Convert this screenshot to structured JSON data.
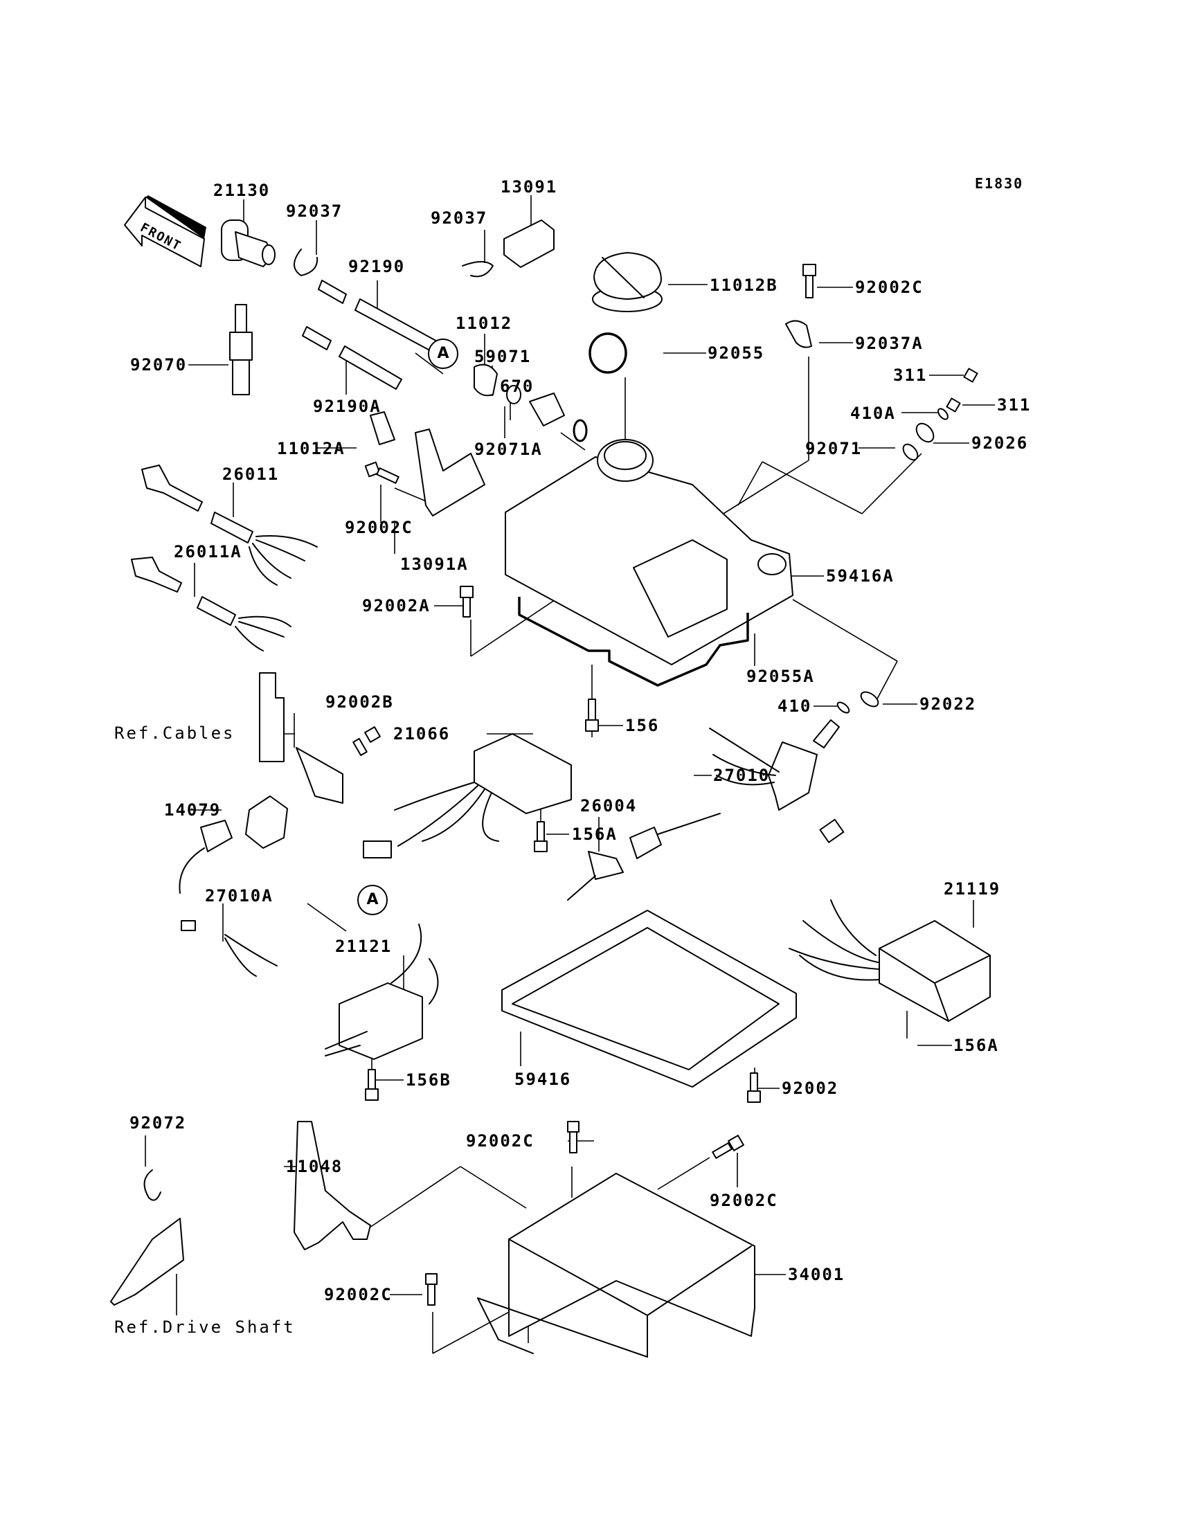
{
  "diagram": {
    "id": "E1830",
    "direction_indicator": "FRONT",
    "callouts": [
      "A",
      "A"
    ],
    "references": {
      "cables": "Ref.Cables",
      "drive_shaft": "Ref.Drive Shaft"
    },
    "parts": [
      {
        "key": "p21130",
        "number": "21130"
      },
      {
        "key": "p92037_1",
        "number": "92037"
      },
      {
        "key": "p92037_2",
        "number": "92037"
      },
      {
        "key": "p13091",
        "number": "13091"
      },
      {
        "key": "p11012B",
        "number": "11012B"
      },
      {
        "key": "p92002C_1",
        "number": "92002C"
      },
      {
        "key": "p92190",
        "number": "92190"
      },
      {
        "key": "p11012",
        "number": "11012"
      },
      {
        "key": "p92037A",
        "number": "92037A"
      },
      {
        "key": "p92055",
        "number": "92055"
      },
      {
        "key": "p59071",
        "number": "59071"
      },
      {
        "key": "p92070",
        "number": "92070"
      },
      {
        "key": "p670",
        "number": "670"
      },
      {
        "key": "p311_1",
        "number": "311"
      },
      {
        "key": "p311_2",
        "number": "311"
      },
      {
        "key": "p410A",
        "number": "410A"
      },
      {
        "key": "p92190A",
        "number": "92190A"
      },
      {
        "key": "p92026",
        "number": "92026"
      },
      {
        "key": "p92071A",
        "number": "92071A"
      },
      {
        "key": "p11012A",
        "number": "11012A"
      },
      {
        "key": "p92071",
        "number": "92071"
      },
      {
        "key": "p26011",
        "number": "26011"
      },
      {
        "key": "p92002C_2",
        "number": "92002C"
      },
      {
        "key": "p13091A",
        "number": "13091A"
      },
      {
        "key": "p26011A",
        "number": "26011A"
      },
      {
        "key": "p59416A",
        "number": "59416A"
      },
      {
        "key": "p92002A",
        "number": "92002A"
      },
      {
        "key": "p92055A",
        "number": "92055A"
      },
      {
        "key": "p92002B",
        "number": "92002B"
      },
      {
        "key": "p410",
        "number": "410"
      },
      {
        "key": "p92022",
        "number": "92022"
      },
      {
        "key": "p21066",
        "number": "21066"
      },
      {
        "key": "p156",
        "number": "156"
      },
      {
        "key": "p27010",
        "number": "27010"
      },
      {
        "key": "p14079",
        "number": "14079"
      },
      {
        "key": "p26004",
        "number": "26004"
      },
      {
        "key": "p156A_1",
        "number": "156A"
      },
      {
        "key": "p21119",
        "number": "21119"
      },
      {
        "key": "p27010A",
        "number": "27010A"
      },
      {
        "key": "p21121",
        "number": "21121"
      },
      {
        "key": "p156A_2",
        "number": "156A"
      },
      {
        "key": "p59416",
        "number": "59416"
      },
      {
        "key": "p156B",
        "number": "156B"
      },
      {
        "key": "p92002",
        "number": "92002"
      },
      {
        "key": "p92072",
        "number": "92072"
      },
      {
        "key": "p92002C_3",
        "number": "92002C"
      },
      {
        "key": "p11048",
        "number": "11048"
      },
      {
        "key": "p92002C_4",
        "number": "92002C"
      },
      {
        "key": "p34001",
        "number": "34001"
      },
      {
        "key": "p92002C_5",
        "number": "92002C"
      }
    ]
  }
}
